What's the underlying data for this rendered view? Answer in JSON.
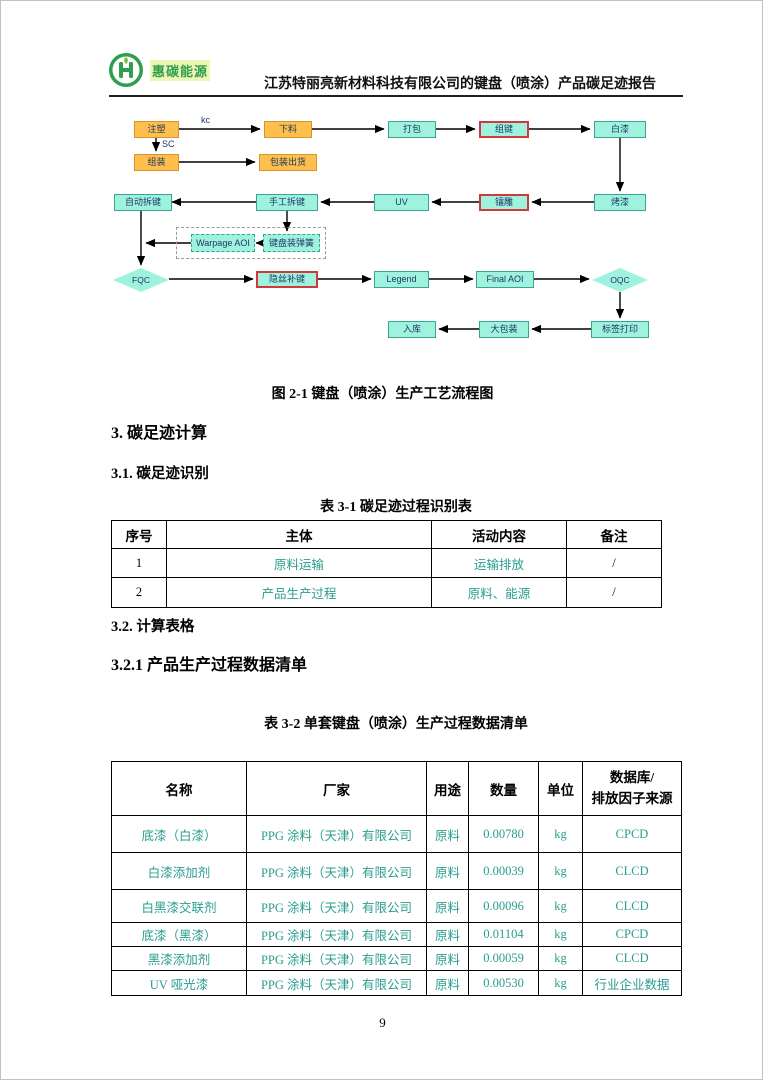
{
  "header": {
    "logo_text": "惠碳能源",
    "title": "江苏特丽亮新材料科技有限公司的键盘（喷涂）产品碳足迹报告"
  },
  "flowchart": {
    "caption": "图 2-1 键盘（喷涂）生产工艺流程图",
    "edge_labels": {
      "kc": "kc",
      "sc": "SC"
    },
    "nodes": {
      "injection": "注塑",
      "cutting": "下料",
      "packing": "打包",
      "key_assembly": "组键",
      "white_paint": "白漆",
      "assembly": "组装",
      "pack_ship": "包装出货",
      "auto_key_removal": "自动拆键",
      "manual_key_removal": "手工拆键",
      "uv": "UV",
      "laser_engraving": "镭雕",
      "baking_paint": "烤漆",
      "warpage_aoi": "Warpage AOI",
      "spring_assembly": "键盘装弹簧",
      "fqc": "FQC",
      "key_repair": "隐丝补键",
      "legend": "Legend",
      "final_aoi": "Final AOI",
      "oqc": "OQC",
      "warehouse": "入库",
      "big_packing": "大包装",
      "label_printing": "标签打印"
    }
  },
  "sections": {
    "h3": "3. 碳足迹计算",
    "h31": "3.1. 碳足迹识别",
    "h32": "3.2. 计算表格",
    "h321": "3.2.1 产品生产过程数据清单"
  },
  "table1": {
    "title": "表 3-1 碳足迹过程识别表",
    "headers": [
      "序号",
      "主体",
      "活动内容",
      "备注"
    ],
    "rows": [
      [
        "1",
        "原料运输",
        "运输排放",
        "/"
      ],
      [
        "2",
        "产品生产过程",
        "原料、能源",
        "/"
      ]
    ]
  },
  "table2": {
    "title": "表 3-2 单套键盘（喷涂）生产过程数据清单",
    "headers": [
      "名称",
      "厂家",
      "用途",
      "数量",
      "单位",
      "数据库/\n排放因子来源"
    ],
    "rows": [
      [
        "底漆（白漆）",
        "PPG 涂料（天津）有限公司",
        "原料",
        "0.00780",
        "kg",
        "CPCD"
      ],
      [
        "白漆添加剂",
        "PPG 涂料（天津）有限公司",
        "原料",
        "0.00039",
        "kg",
        "CLCD"
      ],
      [
        "白黑漆交联剂",
        "PPG 涂料（天津）有限公司",
        "原料",
        "0.00096",
        "kg",
        "CLCD"
      ],
      [
        "底漆（黑漆）",
        "PPG 涂料（天津）有限公司",
        "原料",
        "0.01104",
        "kg",
        "CPCD"
      ],
      [
        "黑漆添加剂",
        "PPG 涂料（天津）有限公司",
        "原料",
        "0.00059",
        "kg",
        "CLCD"
      ],
      [
        "UV 哑光漆",
        "PPG 涂料（天津）有限公司",
        "原料",
        "0.00530",
        "kg",
        "行业企业数据"
      ]
    ]
  },
  "page": {
    "number": "9"
  },
  "colors": {
    "cyan_node": "#9ff2de",
    "orange_node": "#ffbf4d",
    "red_border": "#d03a3a",
    "table_text": "#2a9d8f",
    "logo_green": "#2e9e4f"
  }
}
